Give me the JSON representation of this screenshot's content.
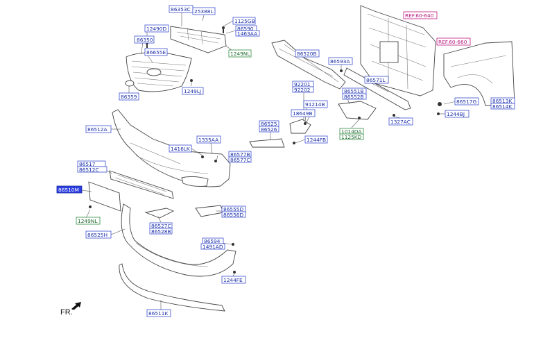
{
  "labels": {
    "p86353C": "86353C",
    "p25388L": "25388L",
    "p1125GB": "1125GB",
    "p86590": "86590",
    "p1463AA": "1463AA",
    "p12490D": "12490D",
    "p86350": "86350",
    "p86655E": "86655E",
    "p1249NL_top": "1249NL",
    "p1249LJ": "1249LJ",
    "p86359": "86359",
    "p86520B": "86520B",
    "p86593A": "86593A",
    "p86571L": "86571L",
    "p92201": "92201",
    "p92202": "92202",
    "p91214B": "91214B",
    "p18649B": "18649B",
    "p86551B": "86551B",
    "p86552B": "86552B",
    "p86525": "86525",
    "p86526": "86526",
    "p1244FB": "1244FB",
    "p1014DA": "1014DA",
    "p1125KD": "1125KD",
    "p1327AC": "1327AC",
    "p86517G": "86517G",
    "p86513K": "86513K",
    "p86514K": "86514K",
    "p1244BJ": "1244BJ",
    "p86512A": "86512A",
    "p1416LK": "1416LK",
    "p1335AA": "1335AA",
    "p86577B": "86577B",
    "p86577C": "86577C",
    "p86517": "86517",
    "p86512C": "86512C",
    "p86510M": "86510M",
    "p1249NL_bot": "1249NL",
    "p86527C": "86527C",
    "p86528B": "86528B",
    "p86555D": "86555D",
    "p86556D": "86556D",
    "p86525H": "86525H",
    "p86594": "86594",
    "p1491AD": "1491AD",
    "p1244FE": "1244FE",
    "p86511K": "86511K"
  },
  "refs": {
    "ref_60_640": "REF.60-640",
    "ref_60_660": "REF.60-660"
  },
  "direction": {
    "label": "FR."
  },
  "colors": {
    "label_blue": "#1b2fa8",
    "label_green": "#1f6a2e",
    "label_magenta": "#b5157c",
    "selected_fill": "#2d3fe0"
  }
}
